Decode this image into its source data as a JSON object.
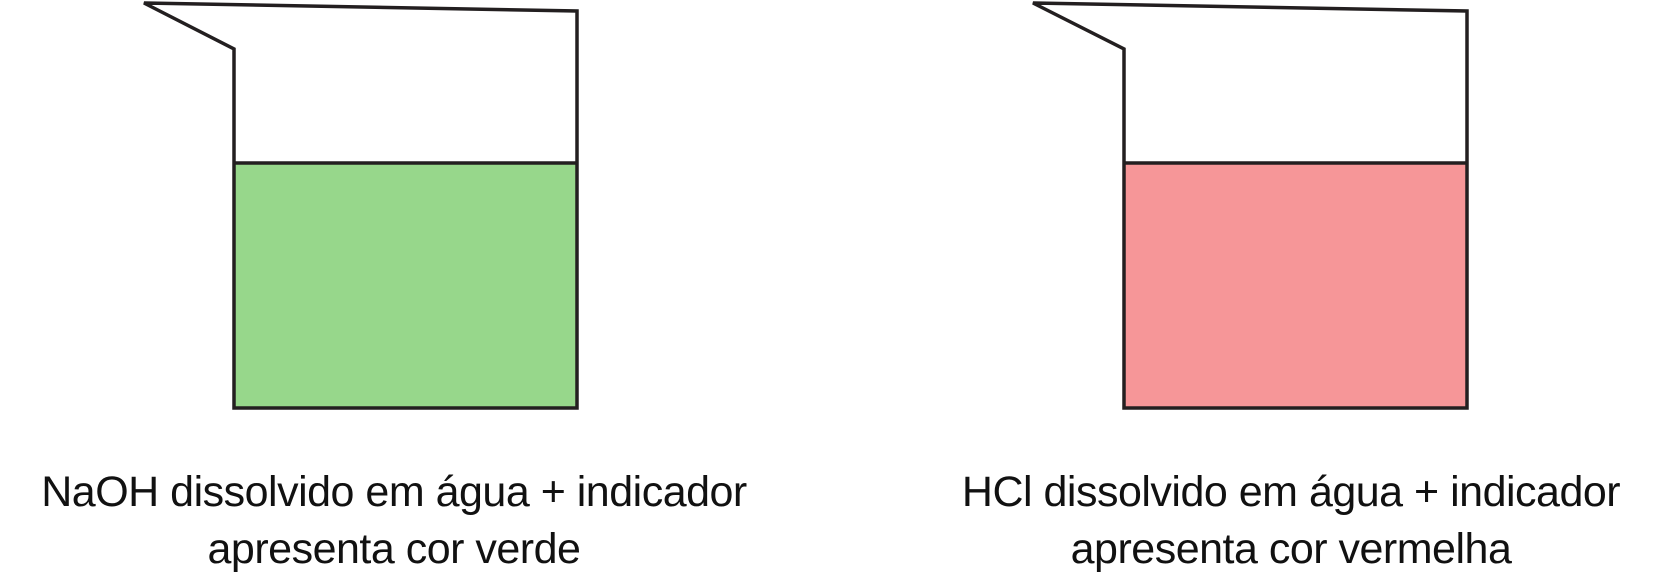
{
  "beakers": [
    {
      "liquid_color": "#97d78b",
      "caption": {
        "line1": "NaOH dissolvido em água + indicador",
        "line2": "apresenta cor verde"
      }
    },
    {
      "liquid_color": "#f69698",
      "caption": {
        "line1": "HCl dissolvido em água + indicador",
        "line2": "apresenta cor vermelha"
      }
    }
  ],
  "outline_color": "#231f20"
}
